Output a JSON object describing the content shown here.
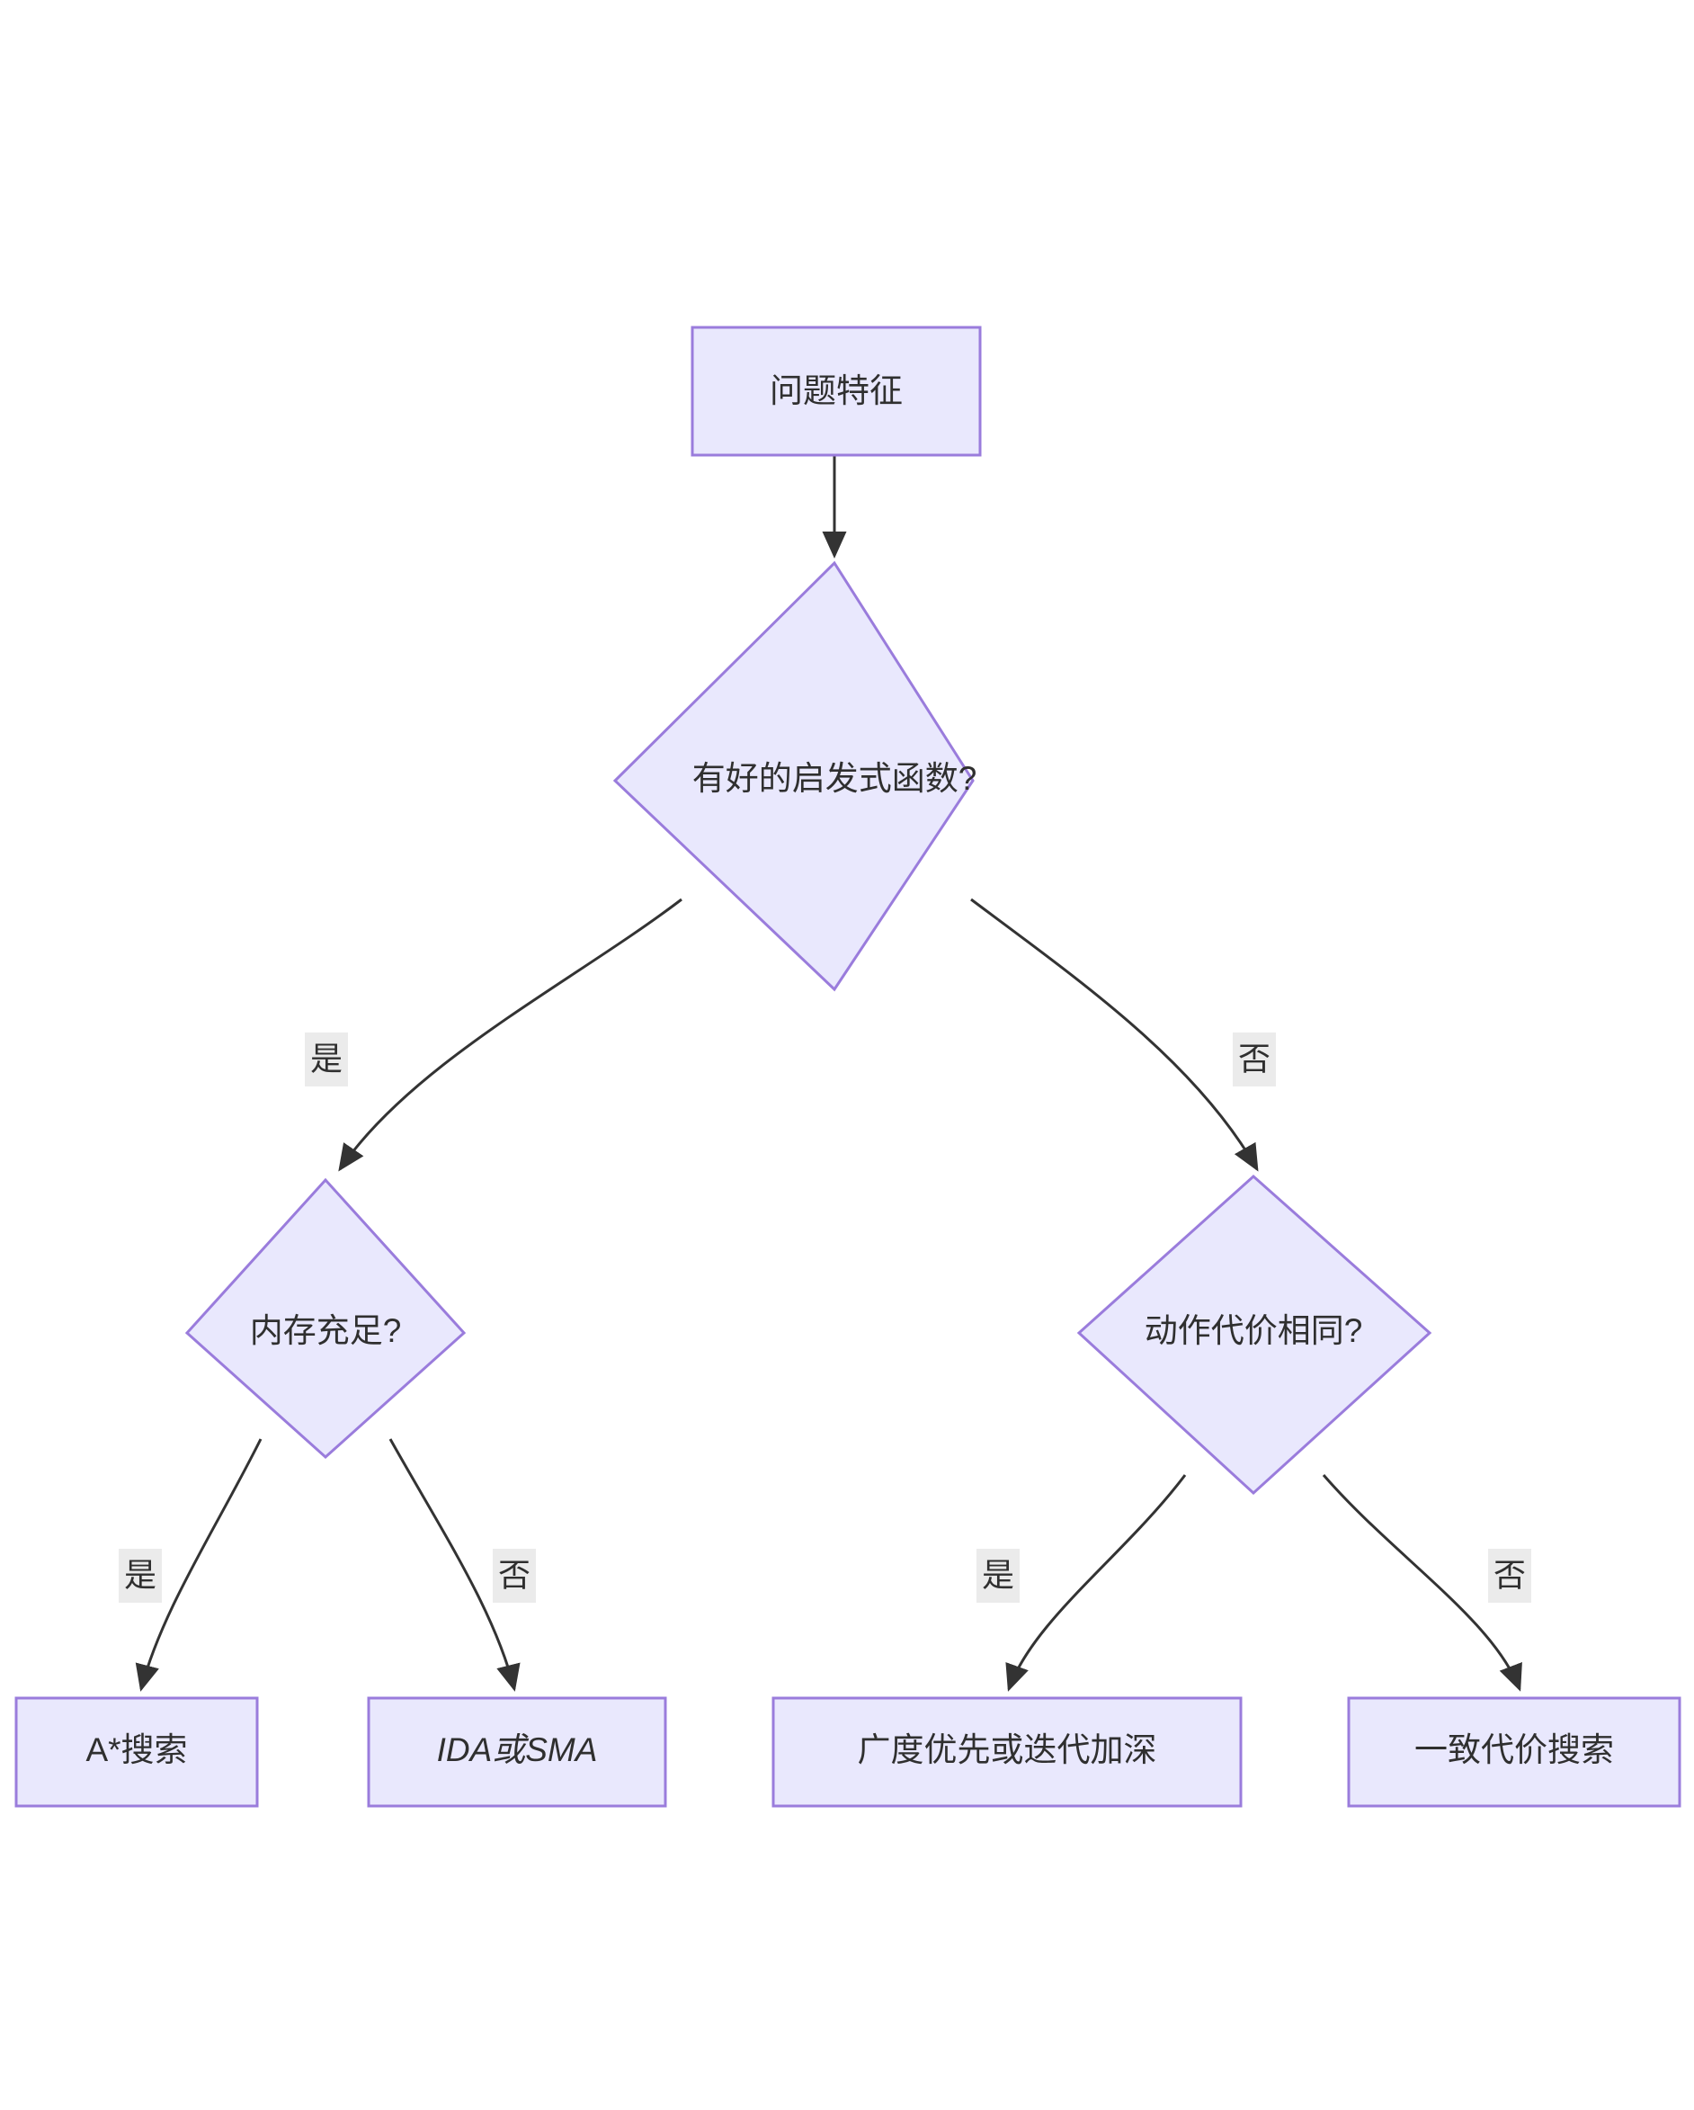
{
  "diagram": {
    "type": "flowchart",
    "direction": "top-down",
    "title": "",
    "theme": {
      "node_fill": "#e9e8fd",
      "node_stroke": "#9a7cdc",
      "edge_stroke": "#333333",
      "text_color": "#2f2f2f",
      "edge_label_bg": "#ebebeb",
      "background": "#ffffff"
    },
    "nodes": [
      {
        "id": "root",
        "shape": "rect",
        "label": "问题特征",
        "italic": false
      },
      {
        "id": "heuristic",
        "shape": "diamond",
        "label": "有好的启发式函数?",
        "italic": false
      },
      {
        "id": "memory",
        "shape": "diamond",
        "label": "内存充足?",
        "italic": false
      },
      {
        "id": "cost",
        "shape": "diamond",
        "label": "动作代价相同?",
        "italic": false
      },
      {
        "id": "astar",
        "shape": "rect",
        "label": "A*搜索",
        "italic": false
      },
      {
        "id": "ida",
        "shape": "rect",
        "label": "IDA或SMA",
        "italic": true
      },
      {
        "id": "bfs",
        "shape": "rect",
        "label": "广度优先或迭代加深",
        "italic": false
      },
      {
        "id": "ucs",
        "shape": "rect",
        "label": "一致代价搜索",
        "italic": false
      }
    ],
    "edges": [
      {
        "from": "root",
        "to": "heuristic",
        "label": ""
      },
      {
        "from": "heuristic",
        "to": "memory",
        "label": "是"
      },
      {
        "from": "heuristic",
        "to": "cost",
        "label": "否"
      },
      {
        "from": "memory",
        "to": "astar",
        "label": "是"
      },
      {
        "from": "memory",
        "to": "ida",
        "label": "否"
      },
      {
        "from": "cost",
        "to": "bfs",
        "label": "是"
      },
      {
        "from": "cost",
        "to": "ucs",
        "label": "否"
      }
    ]
  }
}
